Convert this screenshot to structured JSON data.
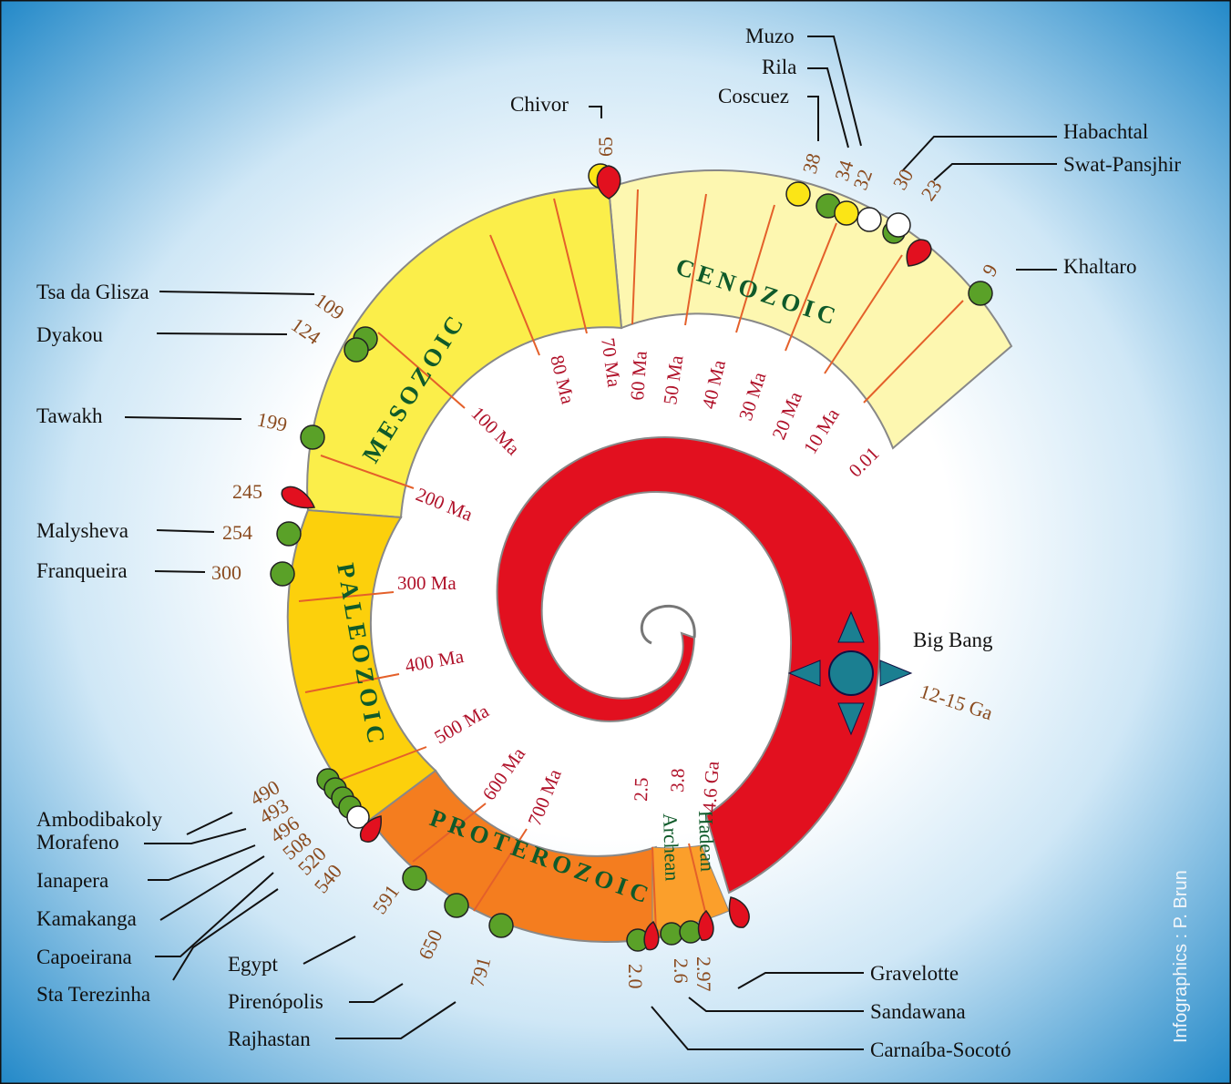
{
  "colors": {
    "cenozoic": "#fdf7b0",
    "mesozoic": "#fbee4a",
    "paleozoic": "#fcd00c",
    "proterozoic": "#f47d1f",
    "spiral": "#e2101f",
    "emerald": "#5aa128",
    "yellow_gem": "#fbe516",
    "white_gem": "#ffffff",
    "star": "#1b7f91",
    "background_edge": "#1a84c6"
  },
  "eras": {
    "cenozoic": "CENOZOIC",
    "mesozoic": "MESOZOIC",
    "paleozoic": "PALEOZOIC",
    "proterozoic": "PROTEROZOIC"
  },
  "eons": {
    "archean": "Archean",
    "hadean": "Hadean"
  },
  "scale": {
    "s001": "0.01",
    "s10": "10 Ma",
    "s20": "20 Ma",
    "s30": "30 Ma",
    "s40": "40 Ma",
    "s50": "50 Ma",
    "s60": "60 Ma",
    "s70": "70 Ma",
    "s80": "80 Ma",
    "s100": "100 Ma",
    "s200": "200 Ma",
    "s300": "300 Ma",
    "s400": "400 Ma",
    "s500": "500 Ma",
    "s600": "600 Ma",
    "s700": "700 Ma",
    "s25": "2.5",
    "s38": "3.8",
    "s46": "4.6 Ga"
  },
  "big_bang": {
    "label": "Big Bang",
    "age": "12-15 Ga"
  },
  "sites": {
    "muzo": "Muzo",
    "rila": "Rila",
    "coscuez": "Coscuez",
    "chivor": "Chivor",
    "habachtal": "Habachtal",
    "swat": "Swat-Pansjhir",
    "khaltaro": "Khaltaro",
    "tsa": "Tsa da Glisza",
    "dyakou": "Dyakou",
    "tawakh": "Tawakh",
    "malysheva": "Malysheva",
    "franqueira": "Franqueira",
    "ambodibakoly": "Ambodibakoly",
    "morafeno": "Morafeno",
    "ianapera": "Ianapera",
    "kamakanga": "Kamakanga",
    "capoeirana": "Capoeirana",
    "sta": "Sta Terezinha",
    "egypt": "Egypt",
    "pirenopolis": "Pirenópolis",
    "rajhastan": "Rajhastan",
    "gravelotte": "Gravelotte",
    "sandawana": "Sandawana",
    "carnaiba": "Carnaíba-Socotó"
  },
  "ages": {
    "a65": "65",
    "a38": "38",
    "a34": "34",
    "a32": "32",
    "a30": "30",
    "a23": "23",
    "a9": "9",
    "a109": "109",
    "a124": "124",
    "a199": "199",
    "a245": "245",
    "a254": "254",
    "a300": "300",
    "a490": "490",
    "a493": "493",
    "a496": "496",
    "a508": "508",
    "a520": "520",
    "a540": "540",
    "a591": "591",
    "a650": "650",
    "a791": "791",
    "a20": "2.0",
    "a26": "2.6",
    "a297": "2.97"
  },
  "credit": "Infographics : P. Brun"
}
